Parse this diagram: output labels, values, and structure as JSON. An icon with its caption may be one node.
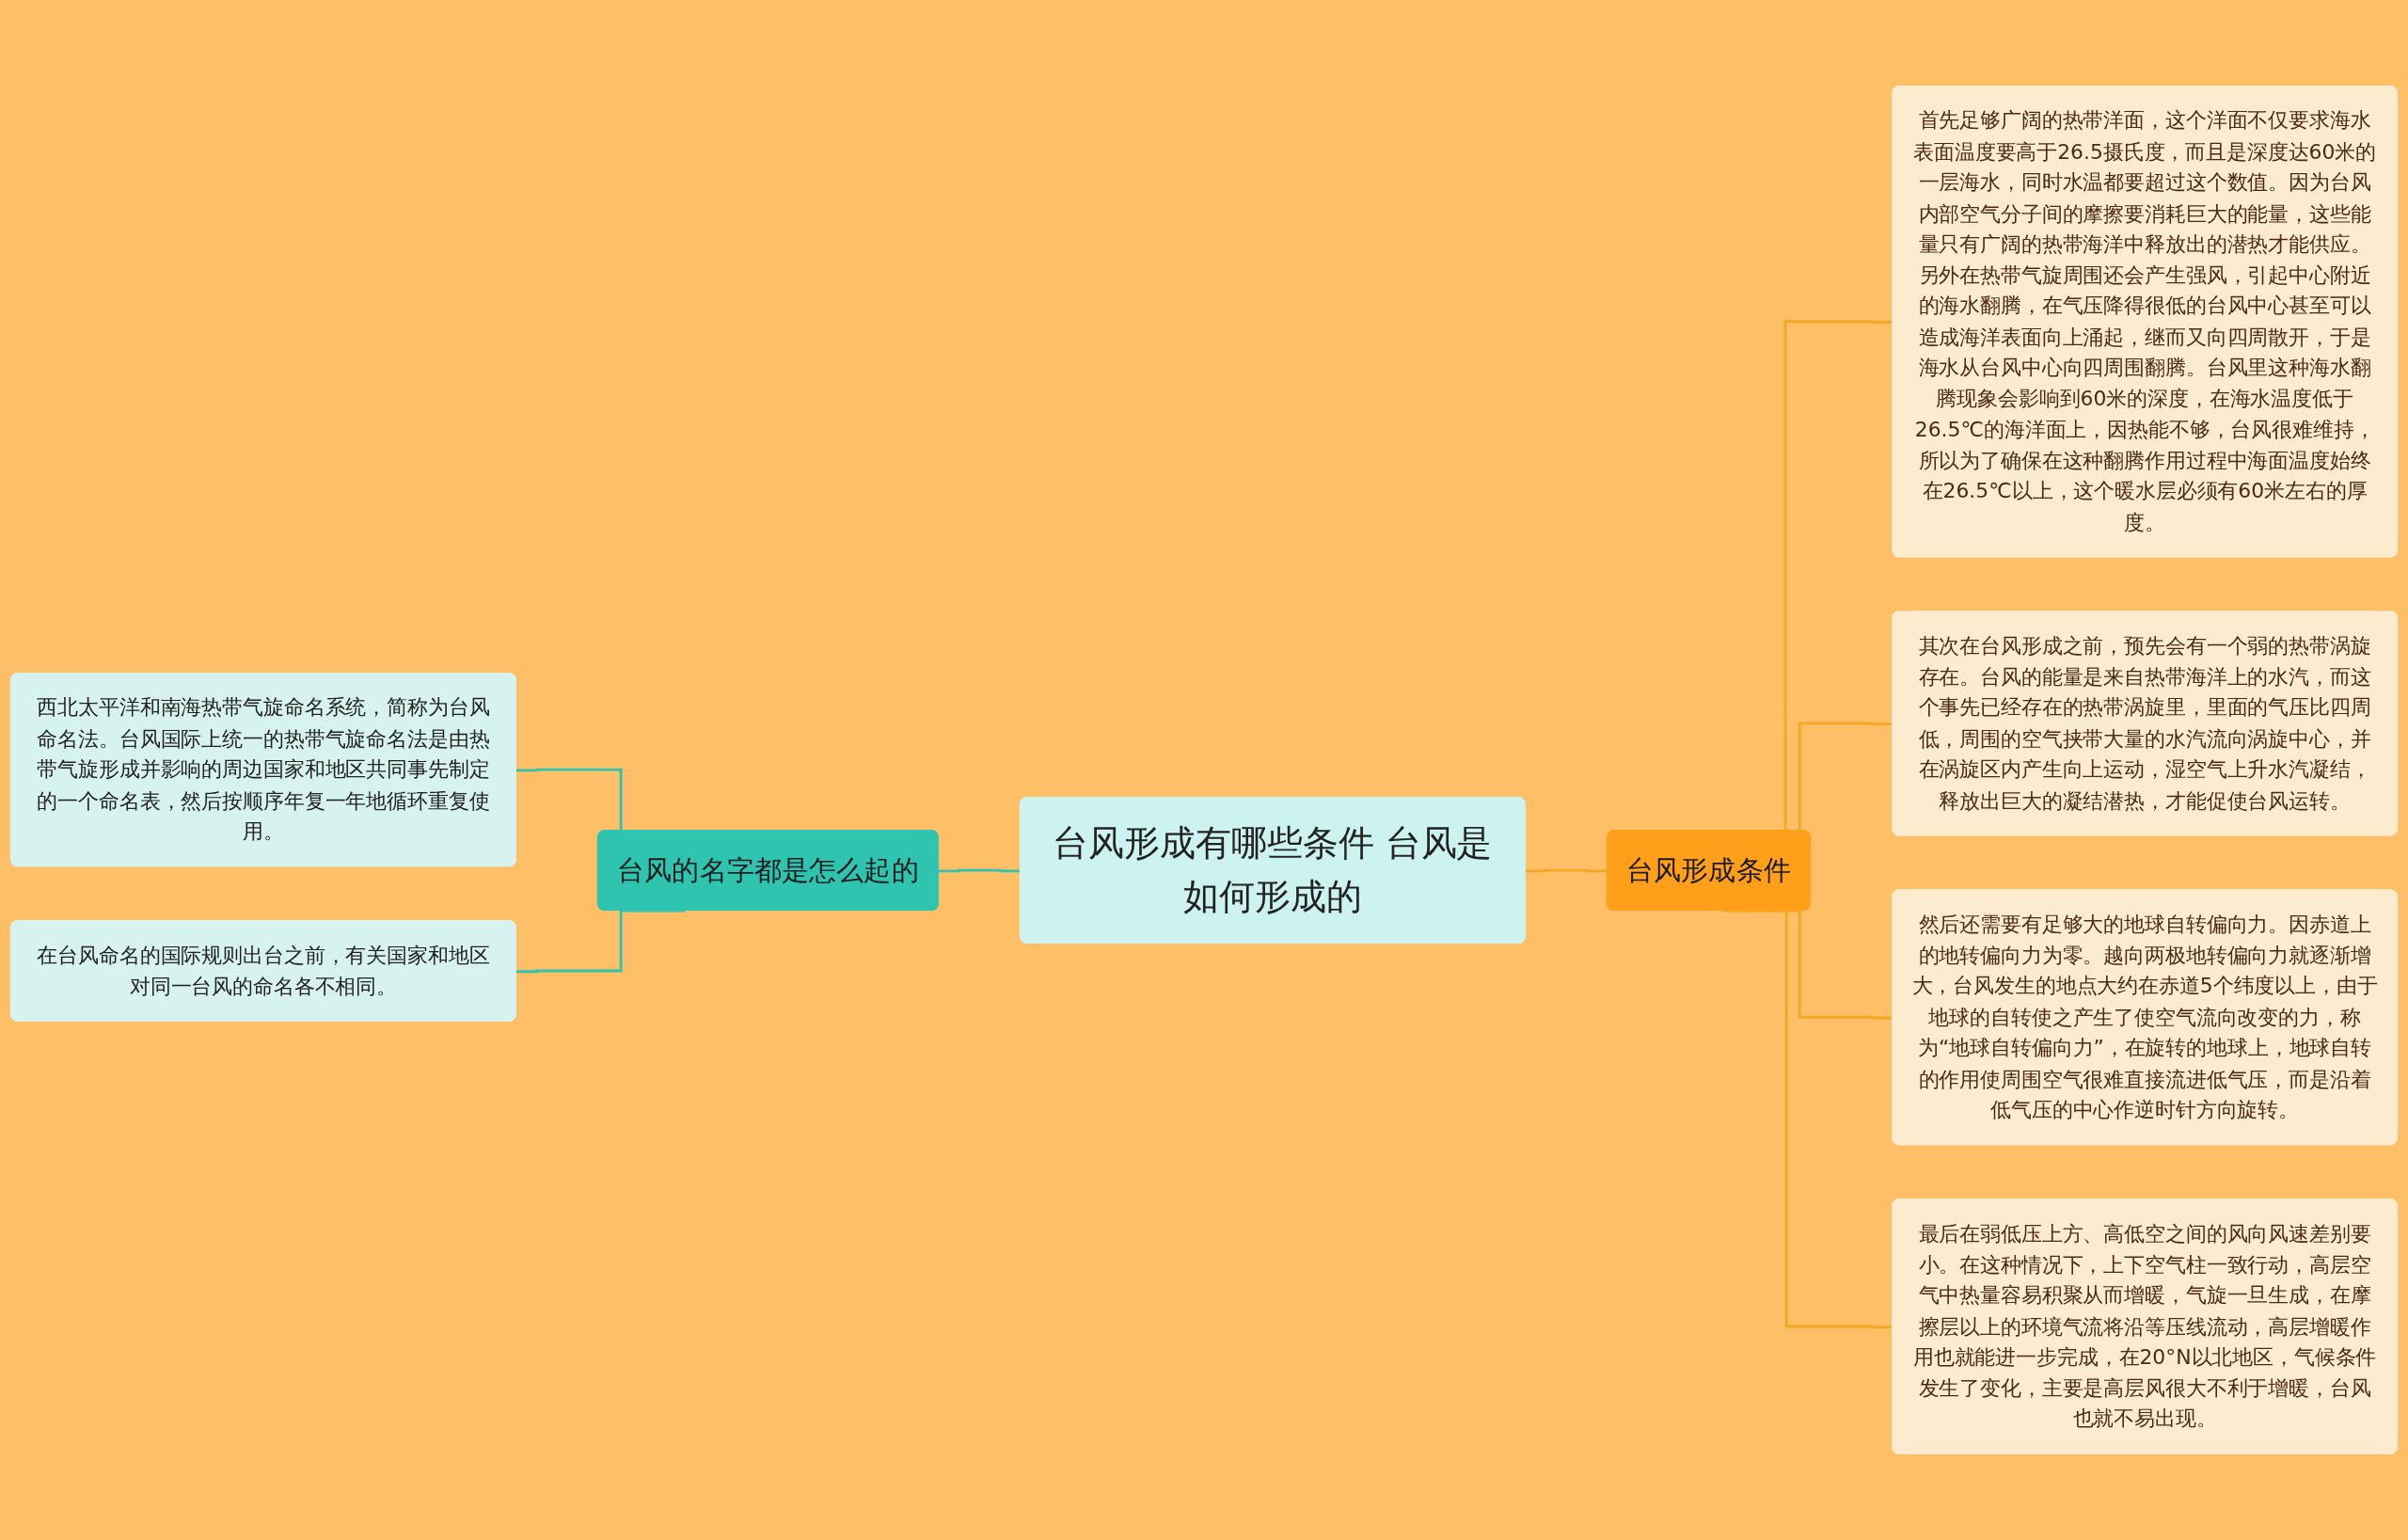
{
  "diagram": {
    "nodes": [
      {
        "text": [
          "台风形成有哪些条件 台风是如何形成的"
        ]
      },
      {
        "text": [
          "台风的名字都是怎么起的"
        ]
      },
      {
        "text": [
          "西北太平洋和南海热带气旋命名系统，简称为台风命名法。台风国际上统一的热带气旋命名法是由热带气旋形成并影响的周边国家和地区共同事先制定的一个命名表，然后按顺序年复一年地循环重复使用。"
        ]
      },
      {
        "text": [
          "在台风命名的国际规则出台之前，有关国家和地区对同一台风的命名各不相同。"
        ]
      },
      {
        "text": [
          "台风形成条件"
        ]
      },
      {
        "text": [
          "首先足够广阔的热带洋面，这个洋面不仅要求海水表面温度要高于26.5摄氏度，而且是深度达60米的一层海水，同时水温都要超过这个数值。因为台风内部空气分子间的摩擦要消耗巨大的能量，这些能量只有广阔的热带海洋中释放出的潜热才能供应。另外在热带气旋周围还会产生强风，引起中心附近的海水翻腾，在气压降得很低的台风中心甚至可以造成海洋表面向上涌起，继而又向四周散开，于是海水从台风中心向四周围翻腾。台风里这种海水翻腾现象会影响到60米的深度，在海水温度低于26.5℃的海洋面上，因热能不够，台风很难维持，所以为了确保在这种翻腾作用过程中海面温度始终在26.5℃以上，这个暖水层必须有60米左右的厚度。"
        ]
      },
      {
        "text": [
          "其次在台风形成之前，预先会有一个弱的热带涡旋存在。台风的能量是来自热带海洋上的水汽，而这个事先已经存在的热带涡旋里，里面的气压比四周低，周围的空气挟带大量的水汽流向涡旋中心，并在涡旋区内产生向上运动，湿空气上升水汽凝结，释放出巨大的凝结潜热，才能促使台风运转。"
        ]
      },
      {
        "text": [
          "然后还需要有足够大的地球自转偏向力。因赤道上的地转偏向力为零。越向两极地转偏向力就逐渐增大，台风发生的地点大约在赤道5个纬度以上，由于地球的自转使之产生了使空气流向改变的力，称为“地球自转偏向力”，在旋转的地球上，地球自转的作用使周围空气很难直接流进低气压，而是沿着低气压的中心作逆时针方向旋转。"
        ]
      },
      {
        "text": [
          "最后在弱低压上方、高低空之间的风向风速差别要小。在这种情况下，上下空气柱一致行动，高层空气中热量容易积聚从而增暖，气旋一旦生成，在摩擦层以上的环境气流将沿等压线流动，高层增暖作用也就能进一步完成，在20°N以北地区，气候条件发生了变化，主要是高层风很大不利于增暖，台风也就不易出现。"
        ]
      }
    ],
    "edges": [
      {
        "from": 2,
        "to": 1,
        "arrow": "none",
        "color": "#2ec4b0"
      },
      {
        "from": 3,
        "to": 1,
        "arrow": "none",
        "color": "#2ec4b0"
      },
      {
        "from": 1,
        "to": 0,
        "arrow": "none",
        "color": "#2ec4b0"
      },
      {
        "from": 0,
        "to": 4,
        "arrow": "none"
      },
      {
        "from": 4,
        "to": 5,
        "arrow": "none"
      },
      {
        "from": 4,
        "to": 6,
        "arrow": "none"
      },
      {
        "from": 4,
        "to": 7,
        "arrow": "none"
      },
      {
        "from": 4,
        "to": 8,
        "arrow": "none"
      }
    ]
  }
}
